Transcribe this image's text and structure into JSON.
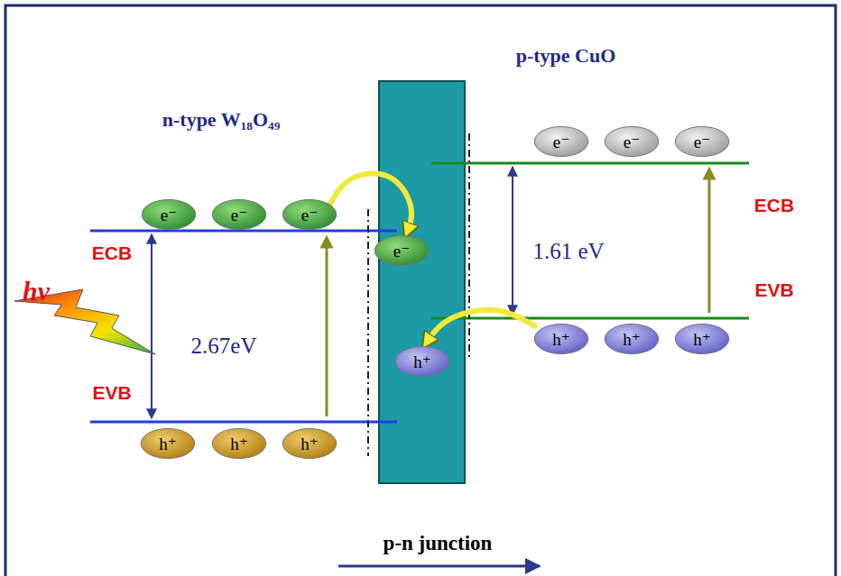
{
  "diagram": {
    "nodes": [
      {
        "text": [
          "e⁻"
        ]
      },
      {
        "text": [
          "e⁻"
        ]
      },
      {
        "text": [
          "e⁻"
        ]
      },
      {
        "text": [
          "e⁻"
        ]
      },
      {
        "text": [
          "h⁺"
        ]
      },
      {
        "text": [
          "h⁺"
        ]
      },
      {
        "text": [
          "h⁺"
        ]
      },
      {
        "text": [
          "h⁺"
        ]
      },
      {
        "text": [
          "e⁻"
        ]
      },
      {
        "text": [
          "e⁻"
        ]
      },
      {
        "text": [
          "e⁻"
        ]
      },
      {
        "text": [
          "h⁺"
        ]
      },
      {
        "text": [
          "h⁺"
        ]
      },
      {
        "text": [
          "h⁺"
        ]
      }
    ],
    "edges": [
      {
        "from": 2,
        "to": 3,
        "arrow": "to"
      },
      {
        "from": 11,
        "to": 4,
        "arrow": "to"
      }
    ],
    "labels": [
      "n-type W₁₈O₄₉",
      "p-type CuO",
      "ECB",
      "EVB",
      "hν",
      "2.67eV",
      "1.61 eV",
      "ECB",
      "EVB",
      "p-n junction"
    ]
  }
}
